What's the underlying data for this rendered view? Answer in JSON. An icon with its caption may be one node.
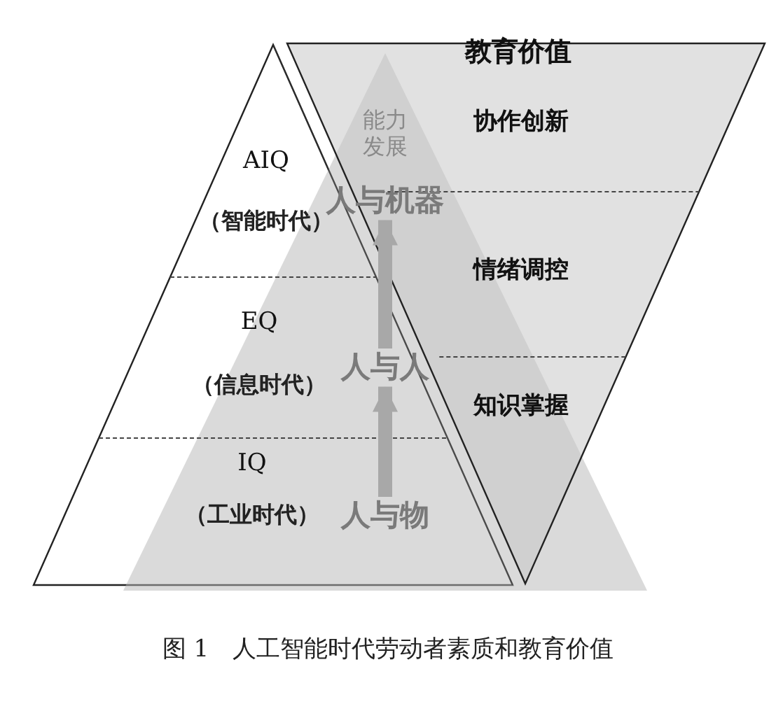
{
  "diagram": {
    "caption": "图 1　人工智能时代劳动者素质和教育价值",
    "nodes": [
      {
        "text": [
          "AIQ",
          "（智能时代）"
        ]
      },
      {
        "text": [
          "EQ",
          "（信息时代）"
        ]
      },
      {
        "text": [
          "IQ",
          "（工业时代）"
        ]
      },
      {
        "text": [
          "教育价值"
        ]
      },
      {
        "text": [
          "协作创新"
        ]
      },
      {
        "text": [
          "情绪调控"
        ]
      },
      {
        "text": [
          "知识掌握"
        ]
      },
      {
        "text": [
          "能力发展"
        ]
      },
      {
        "text": [
          "人与机器"
        ]
      },
      {
        "text": [
          "人与人"
        ]
      },
      {
        "text": [
          "人与物"
        ]
      }
    ],
    "edges": [
      {
        "from": 10,
        "to": 9,
        "arrow": "to"
      },
      {
        "from": 9,
        "to": 8,
        "arrow": "to"
      }
    ]
  }
}
